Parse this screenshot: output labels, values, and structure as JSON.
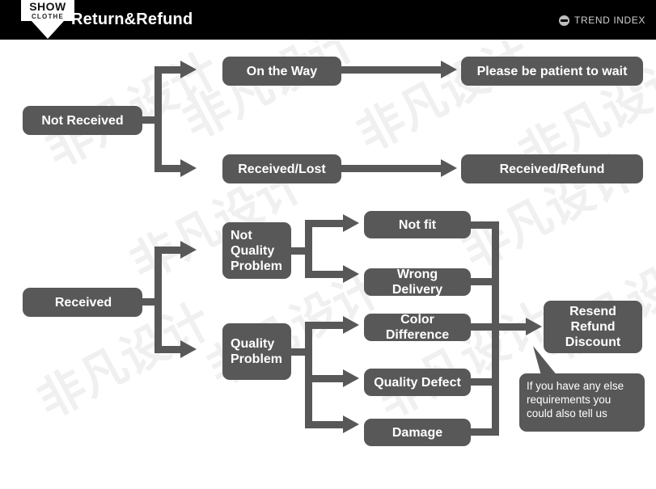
{
  "header": {
    "logo_primary": "SHOW",
    "logo_secondary": "CLOTHE",
    "title": "Return&Refund",
    "brand_icon_name": "trend-index-icon",
    "brand_text": "TREND INDEX",
    "background_color": "#000000",
    "text_color": "#ffffff"
  },
  "theme": {
    "node_fill": "#585858",
    "node_text": "#ffffff",
    "connector_color": "#585858",
    "page_background": "#ffffff",
    "watermark_color": "#f0f0f0"
  },
  "watermark": {
    "text": "非凡设计"
  },
  "chart_data": {
    "type": "diagram",
    "title": "Return&Refund",
    "diagram_kind": "flowchart",
    "branches": [
      {
        "root": "Not Received",
        "paths": [
          {
            "step": "On the Way",
            "outcome": "Please be patient to wait"
          },
          {
            "step": "Received/Lost",
            "outcome": "Received/Refund"
          }
        ]
      },
      {
        "root": "Received",
        "paths": [
          {
            "step": "Not Quality Problem",
            "reasons": [
              "Not fit",
              "Wrong Delivery"
            ],
            "outcome": "Resend Refund Discount"
          },
          {
            "step": "Quality Problem",
            "reasons": [
              "Color Difference",
              "Quality Defect",
              "Damage"
            ],
            "outcome": "Resend Refund Discount"
          }
        ]
      }
    ],
    "note": "If you have any else requirements you could also tell us"
  },
  "flow": {
    "not_received": "Not Received",
    "on_the_way": "On the Way",
    "please_wait": "Please be patient to wait",
    "received_lost": "Received/Lost",
    "received_refund": "Received/Refund",
    "received": "Received",
    "not_quality_problem": "Not\nQuality\nProblem",
    "quality_problem": "Quality\nProblem",
    "not_fit": "Not fit",
    "wrong_delivery": "Wrong Delivery",
    "color_difference": "Color Difference",
    "quality_defect": "Quality Defect",
    "damage": "Damage",
    "resend_refund_discount": "Resend\nRefund\nDiscount",
    "callout_note": "If you have any else\nrequirements you\ncould also tell us"
  }
}
